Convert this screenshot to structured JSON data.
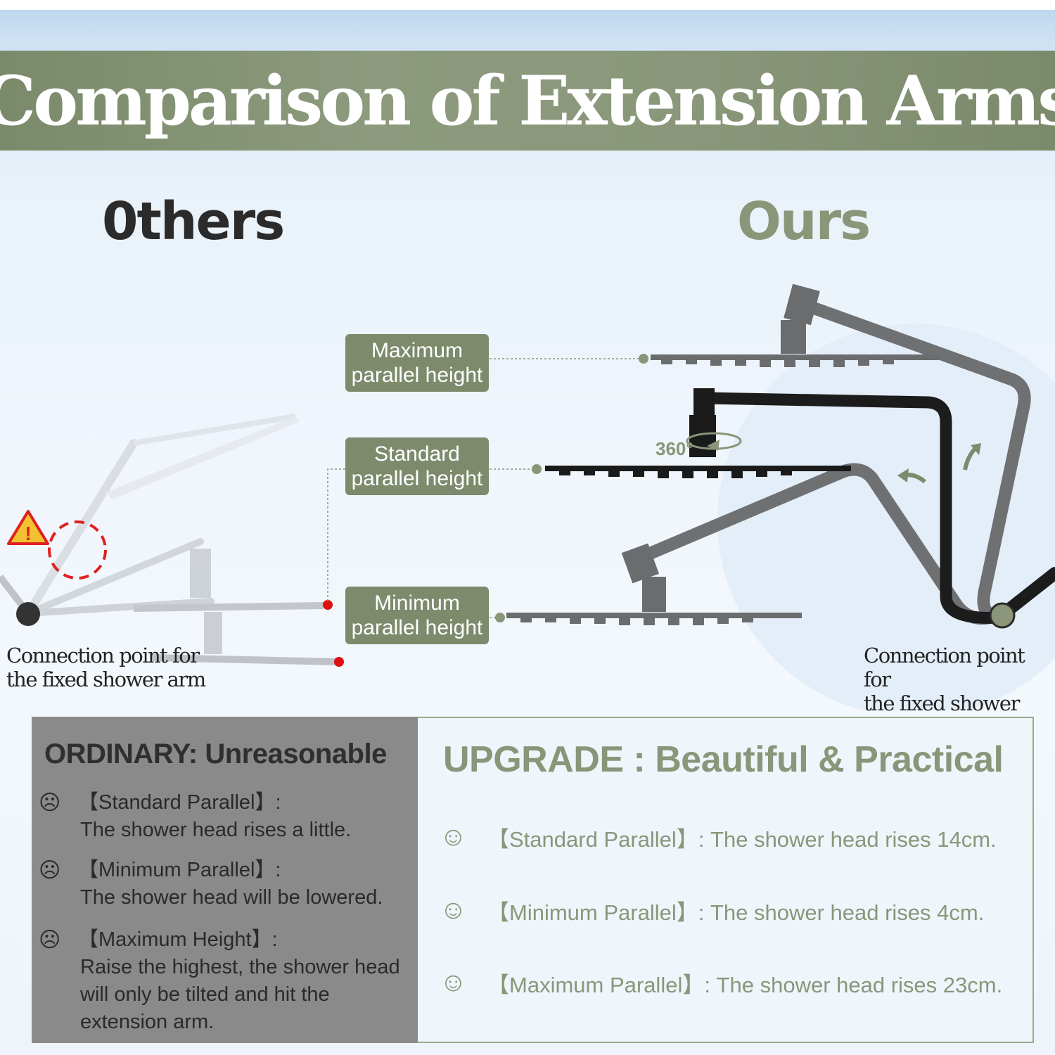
{
  "banner": {
    "title": "Comparison of Extension Arms"
  },
  "headings": {
    "others": "0thers",
    "ours": "Ours"
  },
  "tags": {
    "maximum": [
      "Maximum",
      "parallel height"
    ],
    "standard": [
      "Standard",
      "parallel height"
    ],
    "minimum": [
      "Minimum",
      "parallel height"
    ]
  },
  "diagram": {
    "rotation_label": "360°",
    "warning_symbol": "!"
  },
  "connection_labels": {
    "left": [
      "Connection point for",
      "the fixed shower arm"
    ],
    "right": [
      "Connection point for",
      "the fixed shower arm"
    ]
  },
  "ordinary": {
    "title": "ORDINARY: Unreasonable",
    "items": [
      {
        "icon": "☹",
        "label": "【Standard Parallel】:",
        "desc": "The shower head rises a little."
      },
      {
        "icon": "☹",
        "label": "【Minimum Parallel】:",
        "desc": "The shower head will be lowered."
      },
      {
        "icon": "☹",
        "label": "【Maximum Height】:",
        "desc": "Raise the highest, the shower head will only be tilted and hit the extension arm."
      }
    ]
  },
  "upgrade": {
    "title": "UPGRADE : Beautiful & Practical",
    "items": [
      {
        "icon": "☺",
        "text": "【Standard Parallel】: The shower head rises 14cm."
      },
      {
        "icon": "☺",
        "text": "【Minimum Parallel】: The shower head rises 4cm."
      },
      {
        "icon": "☺",
        "text": "【Maximum Parallel】: The shower head rises 23cm."
      }
    ]
  },
  "colors": {
    "olive": "#7d8a6c",
    "olive_text": "#8b9679",
    "warning_red": "#e02020",
    "panel_gray": "#8a8a8a"
  }
}
